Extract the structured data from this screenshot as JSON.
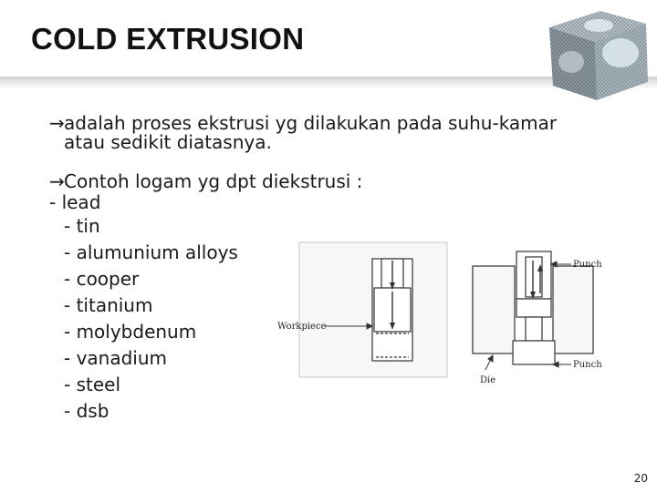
{
  "slide": {
    "title": "COLD EXTRUSION",
    "arrow_glyph": "→",
    "definition": {
      "line1": "adalah proses ekstrusi yg dilakukan pada suhu-kamar",
      "line2": "atau sedikit diatasnya."
    },
    "examples": {
      "heading": "Contoh logam yg dpt diekstrusi :",
      "items": [
        "- lead",
        "- tin",
        "- alumunium alloys",
        "- cooper",
        "- titanium",
        "- molybdenum",
        "- vanadium",
        "- steel",
        "- dsb"
      ]
    },
    "diagram": {
      "label_punch_top": "Punch",
      "label_punch_bottom": "Punch",
      "label_workpiece": "Workpiece",
      "label_die": "Die"
    },
    "page_number": "20"
  },
  "colors": {
    "text": "#1a1a1a",
    "diagram_line": "#333333",
    "cube_fill": "#9fb3bf"
  },
  "icons": {
    "decoration": "mesh-cube-icon",
    "bullet": "arrow-right-icon"
  }
}
